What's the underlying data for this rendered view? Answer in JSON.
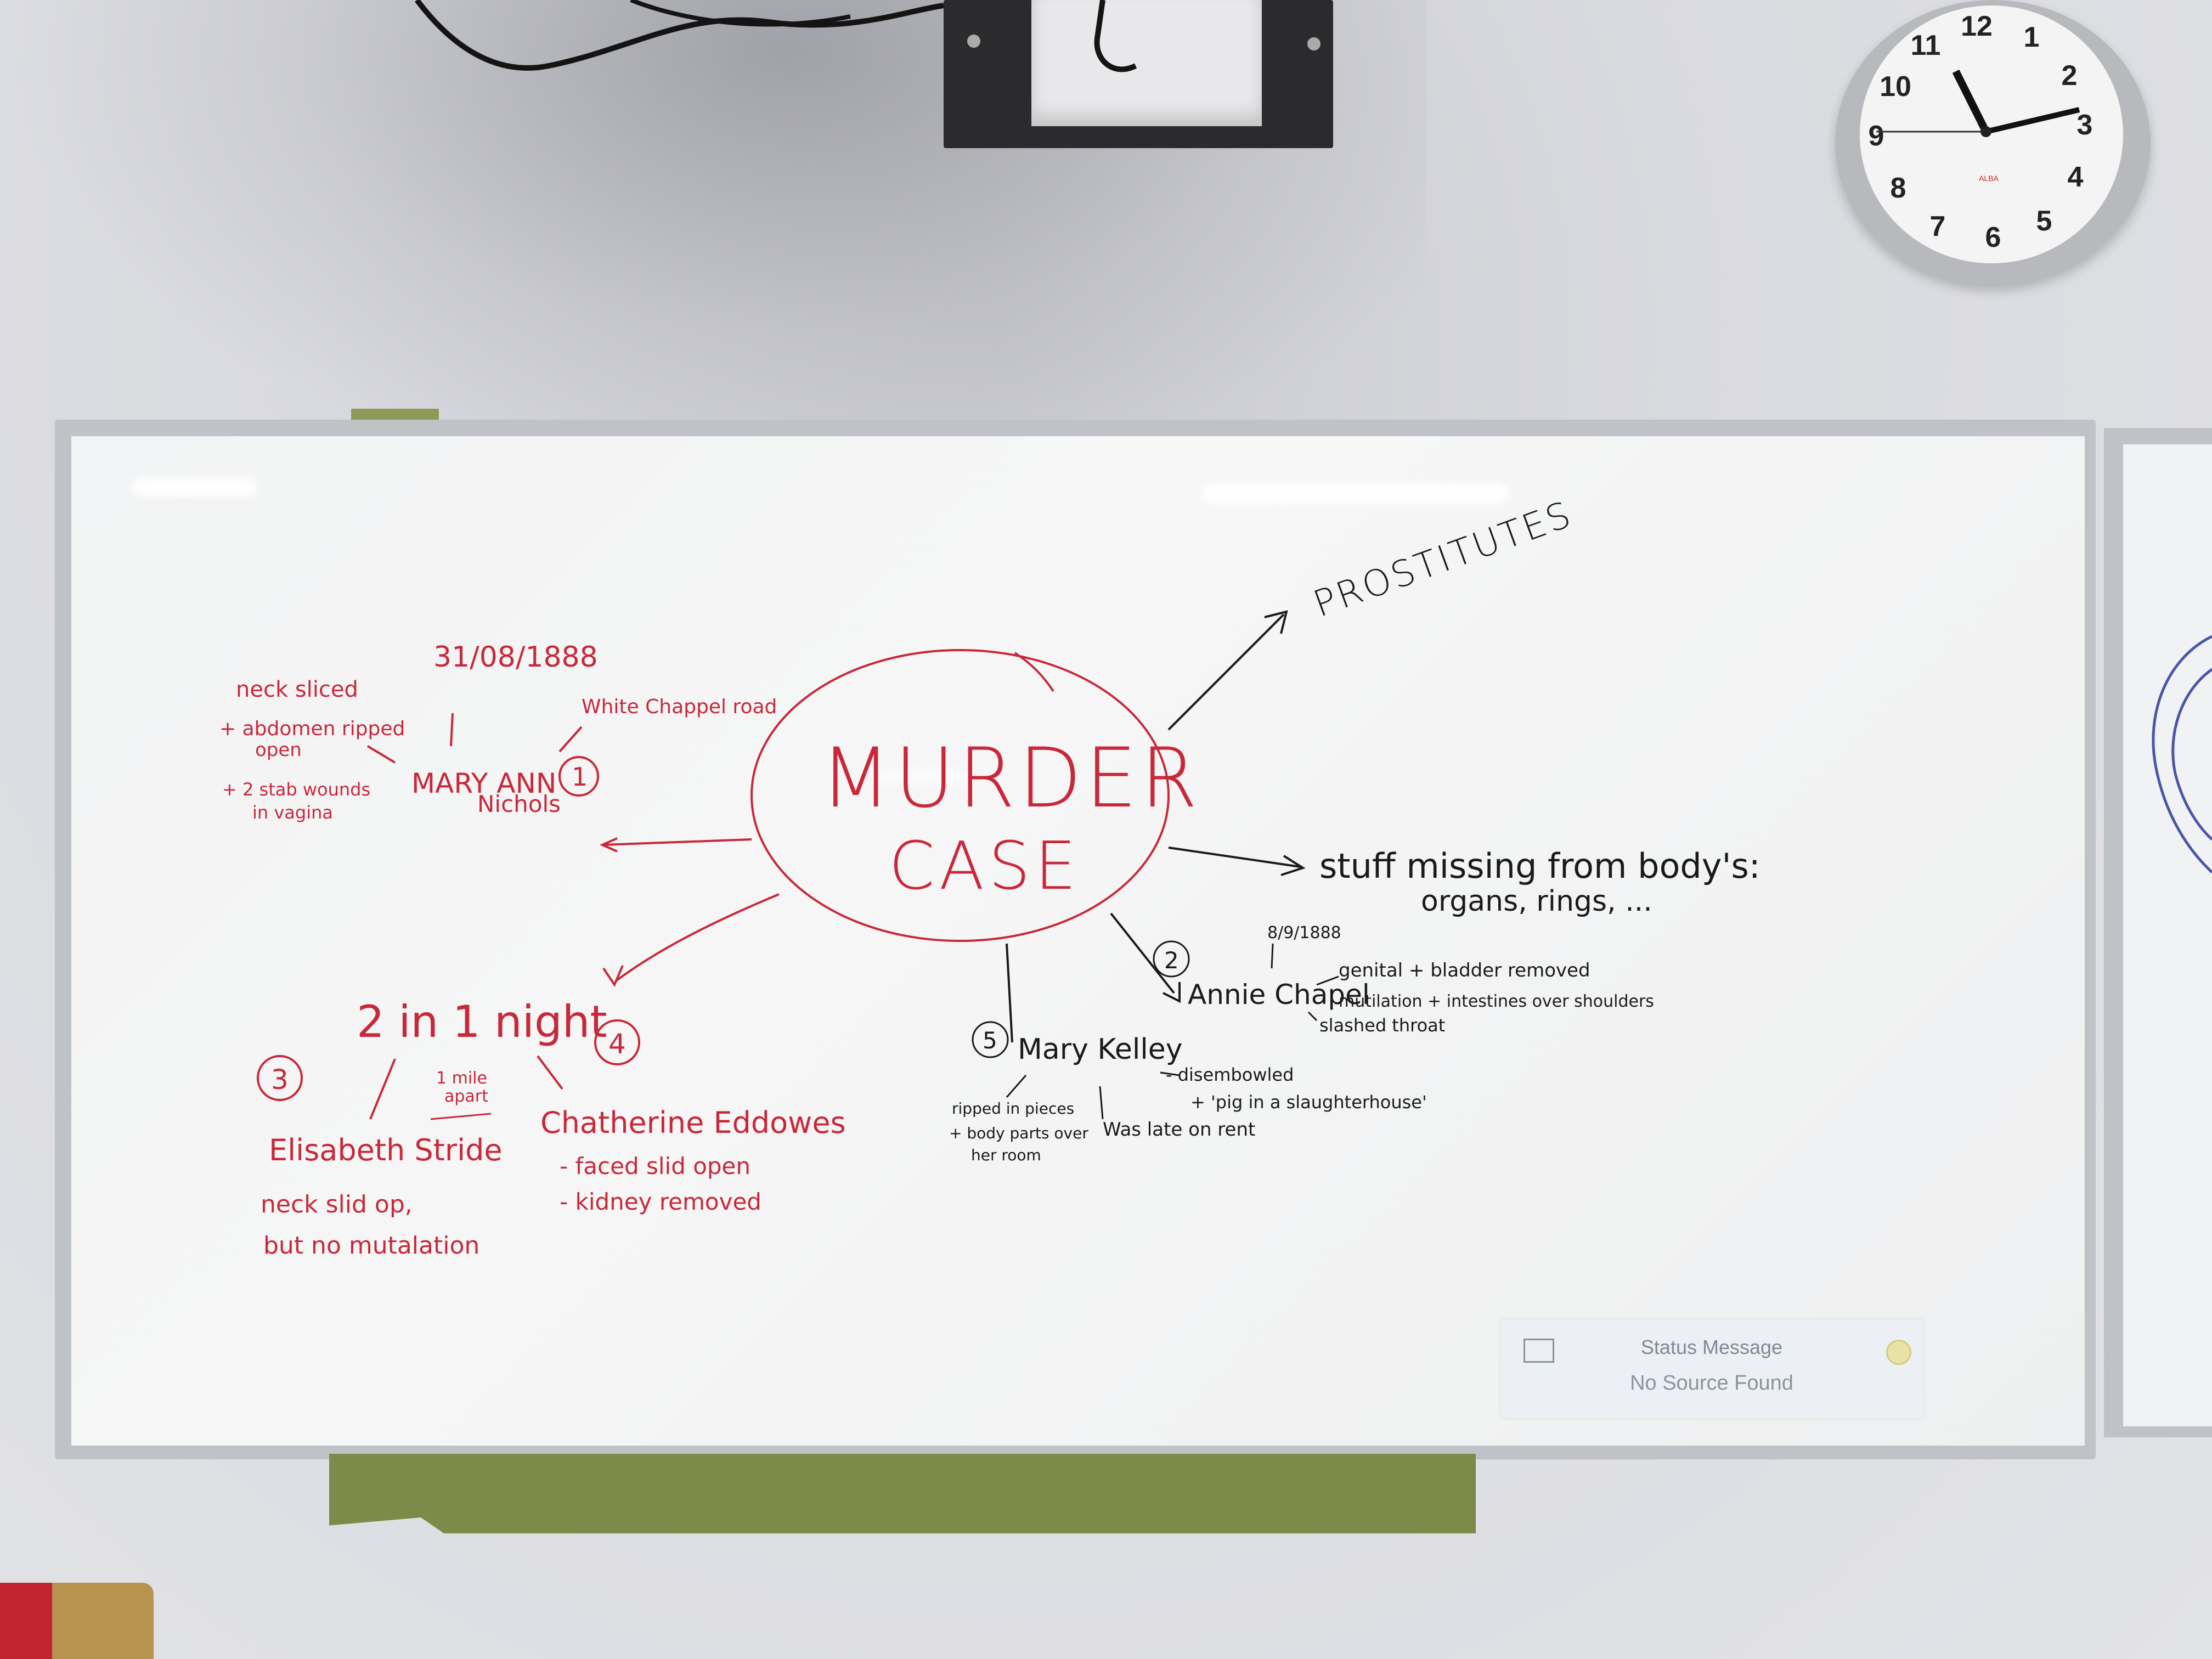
{
  "whiteboard": {
    "center": {
      "line1": "MURDER",
      "line2": "CASE"
    },
    "prostitutes": "PROSTITUTES",
    "stuff_missing": {
      "line1": "stuff missing from body's:",
      "line2": "organs, rings, ..."
    },
    "victim1": {
      "number": "1",
      "name_line1": "MARY ANN",
      "name_line2": "Nichols",
      "date": "31/08/1888",
      "location": "White Chappel road",
      "note_line1": "neck sliced",
      "note_line2": "+ abdomen ripped",
      "note_line3": "open",
      "note_line4": "+ 2 stab wounds",
      "note_line5": "in vagina"
    },
    "victim2": {
      "number": "2",
      "name": "Annie Chapel",
      "date": "8/9/1888",
      "note_line1": "genital + bladder removed",
      "note_line2": "mutilation + intestines over shoulders",
      "note_line3": "slashed throat"
    },
    "two_in_one_night": "2 in 1 night",
    "mile_apart_line1": "1 mile",
    "mile_apart_line2": "apart",
    "victim3": {
      "number": "3",
      "name": "Elisabeth Stride",
      "note_line1": "neck slid op,",
      "note_line2": "but no mutalation"
    },
    "victim4": {
      "number": "4",
      "name": "Chatherine Eddowes",
      "note_line1": "- faced slid open",
      "note_line2": "- kidney removed"
    },
    "victim5": {
      "number": "5",
      "name": "Mary Kelley",
      "note_line1": "- disembowled",
      "note_line2": "+ 'pig in a slaughterhouse'",
      "note_line3": "ripped in pieces",
      "note_line4": "+ body parts over",
      "note_line5": "her room",
      "note_line6": "Was late on rent"
    }
  },
  "status_overlay": {
    "title": "Status Message",
    "message": "No Source Found"
  },
  "clock": {
    "numbers": [
      "12",
      "1",
      "2",
      "3",
      "4",
      "5",
      "6",
      "7",
      "8",
      "9",
      "10",
      "11"
    ],
    "brand": "ALBA"
  },
  "colors": {
    "red_marker": "#c8283a",
    "black_marker": "#1a1a1a"
  }
}
